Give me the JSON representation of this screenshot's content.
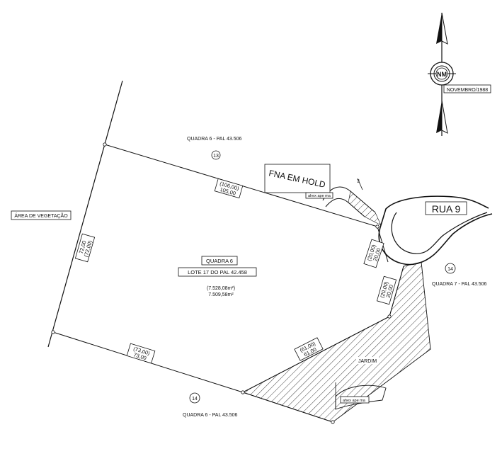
{
  "labels": {
    "top_block": "QUADRA 6 - PAL 43.506",
    "top_number": "13",
    "fna": "FNA EM HOLD",
    "small_note_1": "ahex  ape  ma",
    "street": "RUA  9",
    "vegetation": "ÁREA DE VEGETAÇÃO",
    "block": "QUADRA 6",
    "lot": "LOTE 17 DO PAL 42.458",
    "area_old": "(7.528,08m²)",
    "area_new": "7.509,58m²",
    "right_number": "14",
    "right_block": "QUADRA 7 - PAL 43.506",
    "garden": "JARDIM",
    "small_note_2": "ahex  ape  ma",
    "bottom_number": "14",
    "bottom_block": "QUADRA 6 - PAL 43.506",
    "north": "NM",
    "date": "NOVEMBRO/1988"
  },
  "dimensions": {
    "top_old": "(106,00)",
    "top_new": "105,00",
    "left_old": "(72,00)",
    "left_new": "72,00",
    "right_upper_old": "(20,00)",
    "right_upper_new": "20,00",
    "right_mid_old": "(20,00)",
    "right_mid_new": "20,00",
    "diag_old": "(61,00)",
    "diag_new": "61,00",
    "bottom_old": "(73,00)",
    "bottom_new": "73,00"
  },
  "colors": {
    "ink": "#111111",
    "paper": "#ffffff"
  }
}
